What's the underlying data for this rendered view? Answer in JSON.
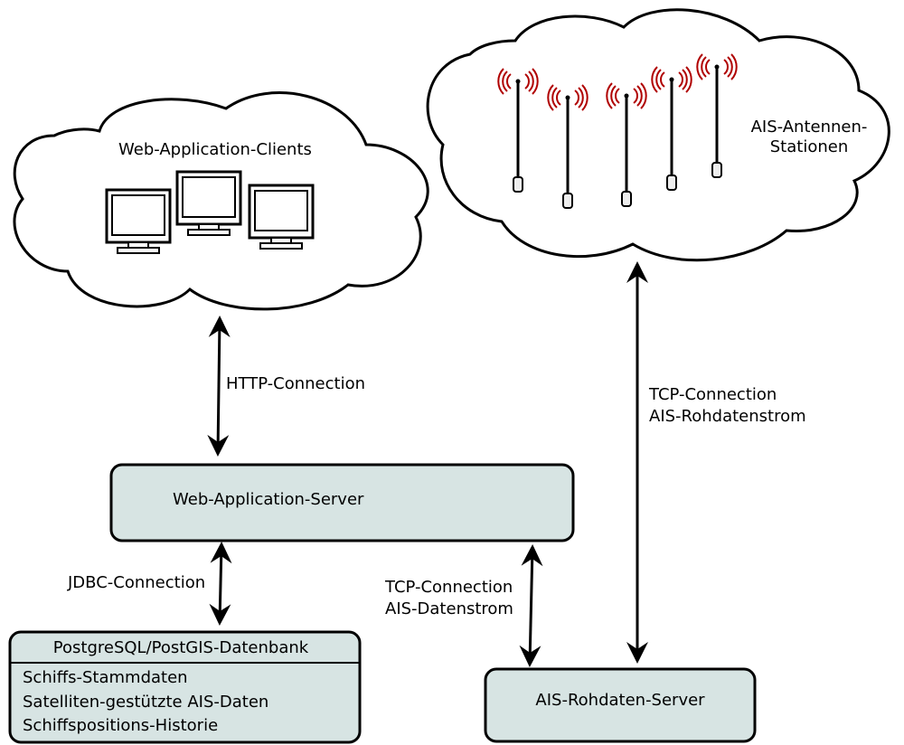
{
  "clouds": {
    "clients_label": "Web-Application-Clients",
    "antennas_label_line1": "AIS-Antennen-",
    "antennas_label_line2": "Stationen"
  },
  "connections": {
    "http": "HTTP-Connection",
    "tcp_raw_line1": "TCP-Connection",
    "tcp_raw_line2": "AIS-Rohdatenstrom",
    "jdbc": "JDBC-Connection",
    "tcp_stream_line1": "TCP-Connection",
    "tcp_stream_line2": "AIS-Datenstrom"
  },
  "nodes": {
    "web_server": "Web-Application-Server",
    "raw_server": "AIS-Rohdaten-Server",
    "database": {
      "title": "PostgreSQL/PostGIS-Datenbank",
      "items": [
        "Schiffs-Stammdaten",
        "Satelliten-gestützte AIS-Daten",
        "Schiffspositions-Historie"
      ]
    }
  },
  "icons": {
    "client_icon": "computer-monitor-icon",
    "antenna_icon": "radio-antenna-icon",
    "signal_color": "#b00000"
  }
}
